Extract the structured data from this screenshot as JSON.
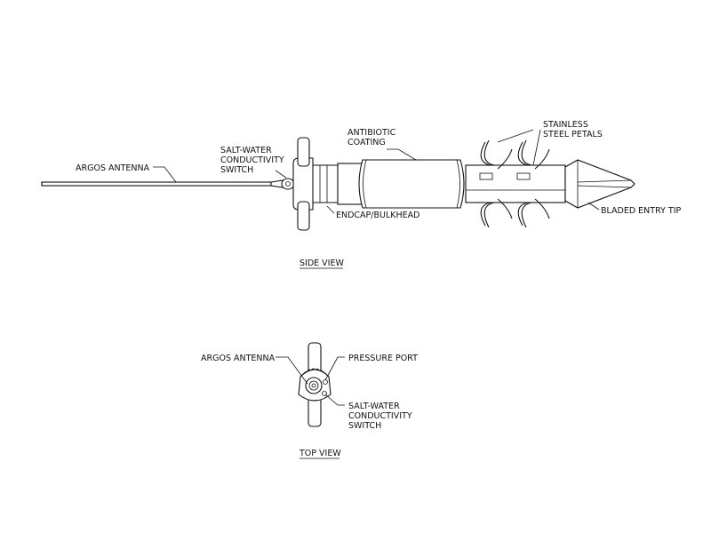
{
  "side_view": {
    "title": "SIDE VIEW",
    "labels": {
      "argos_antenna": "ARGOS ANTENNA",
      "switch_line1": "SALT-WATER",
      "switch_line2": "CONDUCTIVITY",
      "switch_line3": "SWITCH",
      "coating_line1": "ANTIBIOTIC",
      "coating_line2": "COATING",
      "petals_line1": "STAINLESS",
      "petals_line2": "STEEL PETALS",
      "endcap": "ENDCAP/BULKHEAD",
      "tip": "BLADED ENTRY TIP"
    }
  },
  "top_view": {
    "title": "TOP VIEW",
    "labels": {
      "argos_antenna": "ARGOS ANTENNA",
      "pressure_port": "PRESSURE PORT",
      "switch_line1": "SALT-WATER",
      "switch_line2": "CONDUCTIVITY",
      "switch_line3": "SWITCH"
    }
  }
}
